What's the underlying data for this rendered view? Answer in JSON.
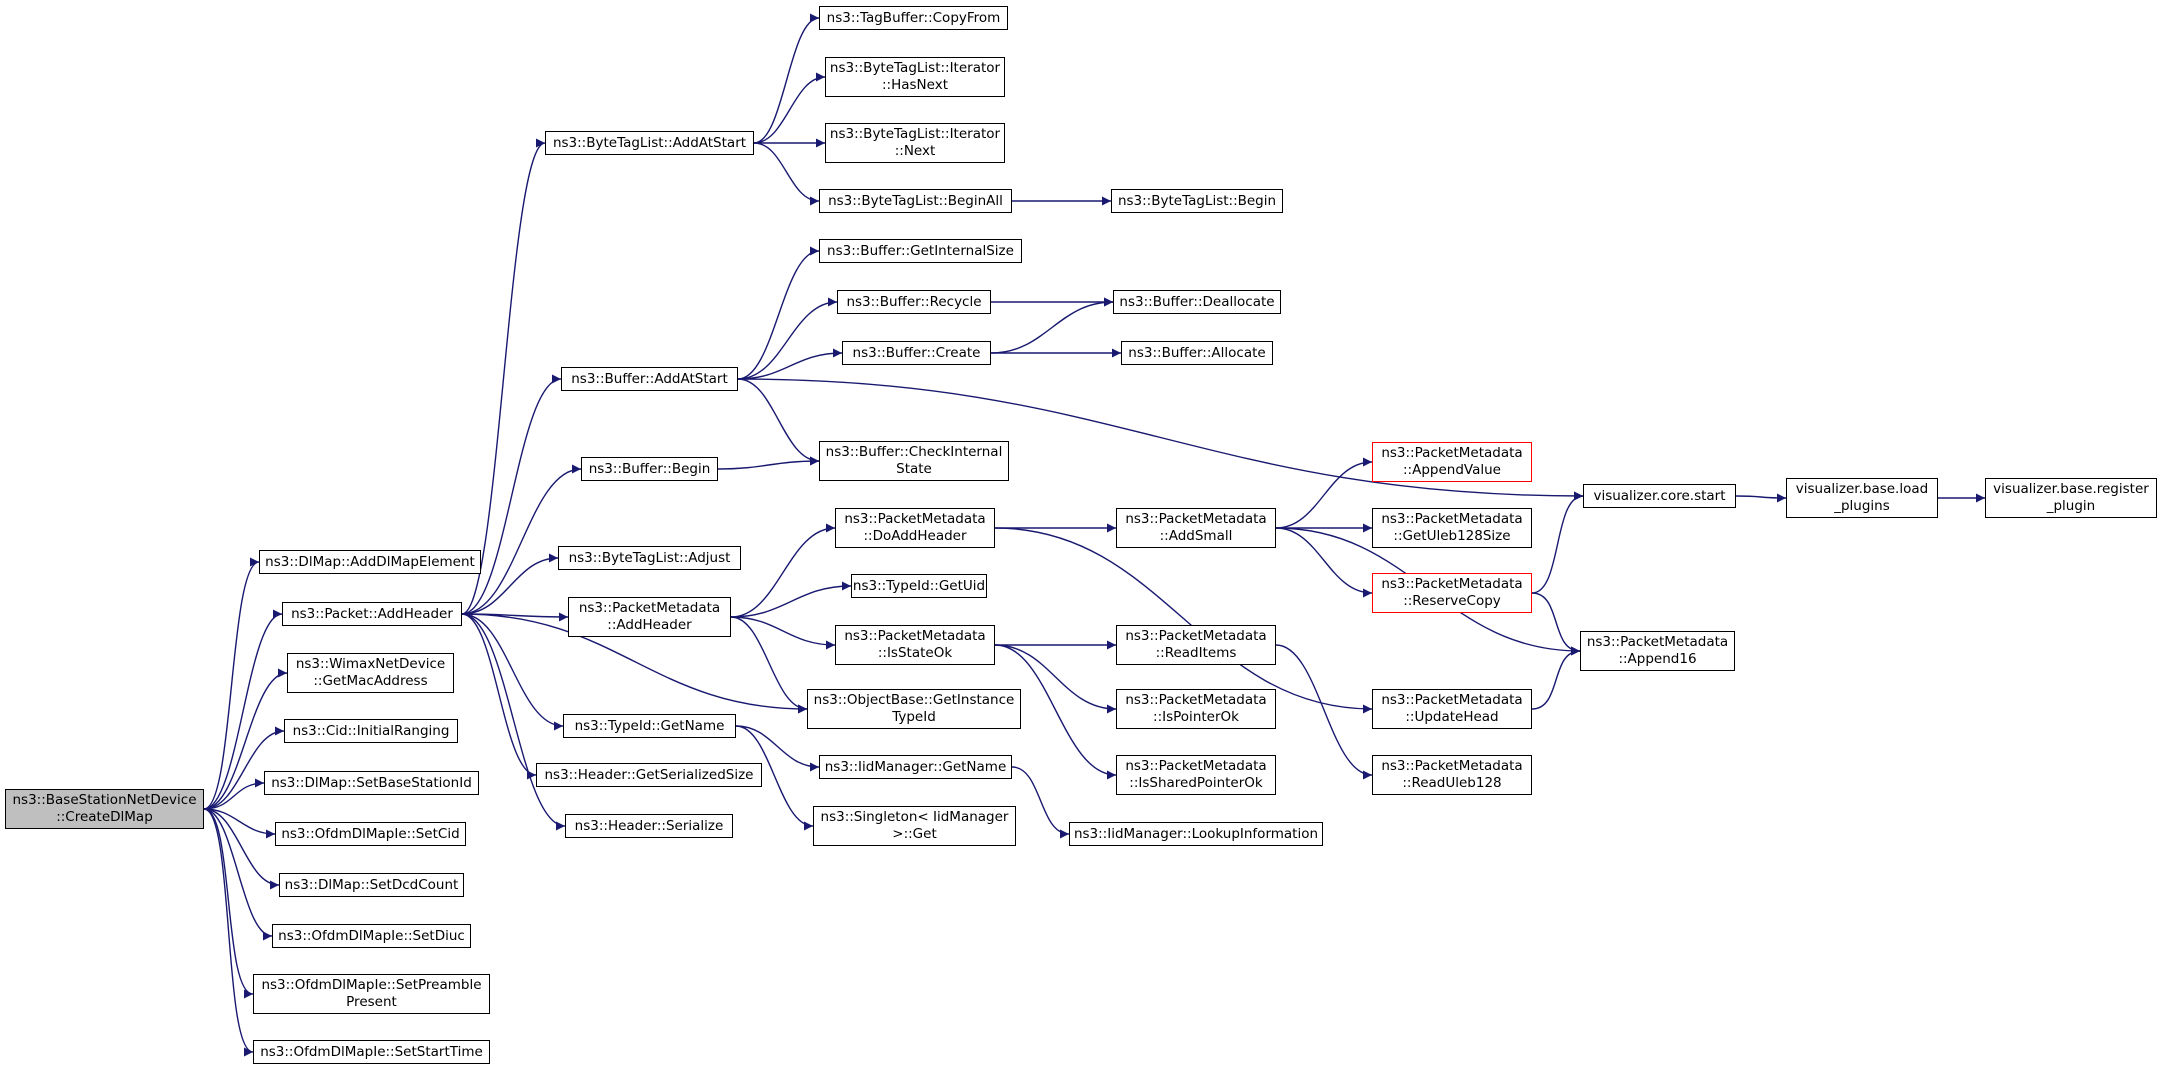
{
  "graph": {
    "edge_color": "#191970",
    "root_fill": "#bfbfbf",
    "highlight_border": "#ff0000",
    "nodes": [
      {
        "id": "n0",
        "lines": [
          "ns3::BaseStationNetDevice",
          "::CreateDlMap"
        ],
        "style": "root"
      },
      {
        "id": "n1",
        "lines": [
          "ns3::DlMap::AddDlMapElement"
        ]
      },
      {
        "id": "n2",
        "lines": [
          "ns3::Packet::AddHeader"
        ]
      },
      {
        "id": "n3",
        "lines": [
          "ns3::WimaxNetDevice",
          "::GetMacAddress"
        ]
      },
      {
        "id": "n4",
        "lines": [
          "ns3::Cid::InitialRanging"
        ]
      },
      {
        "id": "n5",
        "lines": [
          "ns3::DlMap::SetBaseStationId"
        ]
      },
      {
        "id": "n6",
        "lines": [
          "ns3::OfdmDlMapIe::SetCid"
        ]
      },
      {
        "id": "n7",
        "lines": [
          "ns3::DlMap::SetDcdCount"
        ]
      },
      {
        "id": "n8",
        "lines": [
          "ns3::OfdmDlMapIe::SetDiuc"
        ]
      },
      {
        "id": "n9",
        "lines": [
          "ns3::OfdmDlMapIe::SetPreamble",
          "Present"
        ]
      },
      {
        "id": "n10",
        "lines": [
          "ns3::OfdmDlMapIe::SetStartTime"
        ]
      },
      {
        "id": "n11",
        "lines": [
          "ns3::ByteTagList::AddAtStart"
        ]
      },
      {
        "id": "n12",
        "lines": [
          "ns3::Buffer::AddAtStart"
        ]
      },
      {
        "id": "n13",
        "lines": [
          "ns3::Buffer::Begin"
        ]
      },
      {
        "id": "n14",
        "lines": [
          "ns3::ByteTagList::Adjust"
        ]
      },
      {
        "id": "n15",
        "lines": [
          "ns3::PacketMetadata",
          "::AddHeader"
        ]
      },
      {
        "id": "n16",
        "lines": [
          "ns3::TypeId::GetName"
        ]
      },
      {
        "id": "n17",
        "lines": [
          "ns3::Header::GetSerializedSize"
        ]
      },
      {
        "id": "n18",
        "lines": [
          "ns3::Header::Serialize"
        ]
      },
      {
        "id": "n19",
        "lines": [
          "ns3::TagBuffer::CopyFrom"
        ]
      },
      {
        "id": "n20",
        "lines": [
          "ns3::ByteTagList::Iterator",
          "::HasNext"
        ]
      },
      {
        "id": "n21",
        "lines": [
          "ns3::ByteTagList::Iterator",
          "::Next"
        ]
      },
      {
        "id": "n22",
        "lines": [
          "ns3::ByteTagList::BeginAll"
        ]
      },
      {
        "id": "n23",
        "lines": [
          "ns3::Buffer::GetInternalSize"
        ]
      },
      {
        "id": "n24",
        "lines": [
          "ns3::Buffer::Recycle"
        ]
      },
      {
        "id": "n25",
        "lines": [
          "ns3::Buffer::Create"
        ]
      },
      {
        "id": "n26",
        "lines": [
          "ns3::Buffer::CheckInternal",
          "State"
        ]
      },
      {
        "id": "n27",
        "lines": [
          "ns3::PacketMetadata",
          "::DoAddHeader"
        ]
      },
      {
        "id": "n28",
        "lines": [
          "ns3::TypeId::GetUid"
        ]
      },
      {
        "id": "n29",
        "lines": [
          "ns3::PacketMetadata",
          "::IsStateOk"
        ]
      },
      {
        "id": "n30",
        "lines": [
          "ns3::ObjectBase::GetInstance",
          "TypeId"
        ]
      },
      {
        "id": "n31",
        "lines": [
          "ns3::IidManager::GetName"
        ]
      },
      {
        "id": "n32",
        "lines": [
          "ns3::Singleton< IidManager",
          ">::Get"
        ]
      },
      {
        "id": "n33",
        "lines": [
          "ns3::ByteTagList::Begin"
        ]
      },
      {
        "id": "n34",
        "lines": [
          "ns3::Buffer::Deallocate"
        ]
      },
      {
        "id": "n35",
        "lines": [
          "ns3::Buffer::Allocate"
        ]
      },
      {
        "id": "n36",
        "lines": [
          "ns3::PacketMetadata",
          "::AddSmall"
        ]
      },
      {
        "id": "n37",
        "lines": [
          "ns3::PacketMetadata",
          "::ReadItems"
        ]
      },
      {
        "id": "n38",
        "lines": [
          "ns3::PacketMetadata",
          "::IsPointerOk"
        ]
      },
      {
        "id": "n39",
        "lines": [
          "ns3::PacketMetadata",
          "::IsSharedPointerOk"
        ]
      },
      {
        "id": "n40",
        "lines": [
          "ns3::IidManager::LookupInformation"
        ]
      },
      {
        "id": "n41",
        "lines": [
          "ns3::PacketMetadata",
          "::AppendValue"
        ],
        "style": "red"
      },
      {
        "id": "n42",
        "lines": [
          "ns3::PacketMetadata",
          "::GetUleb128Size"
        ]
      },
      {
        "id": "n43",
        "lines": [
          "ns3::PacketMetadata",
          "::ReserveCopy"
        ],
        "style": "red"
      },
      {
        "id": "n44",
        "lines": [
          "ns3::PacketMetadata",
          "::UpdateHead"
        ]
      },
      {
        "id": "n45",
        "lines": [
          "ns3::PacketMetadata",
          "::ReadUleb128"
        ]
      },
      {
        "id": "n46",
        "lines": [
          "visualizer.core.start"
        ]
      },
      {
        "id": "n47",
        "lines": [
          "ns3::PacketMetadata",
          "::Append16"
        ]
      },
      {
        "id": "n48",
        "lines": [
          "visualizer.base.load",
          "_plugins"
        ]
      },
      {
        "id": "n49",
        "lines": [
          "visualizer.base.register",
          "_plugin"
        ]
      }
    ],
    "edges": [
      [
        "n0",
        "n1"
      ],
      [
        "n0",
        "n2"
      ],
      [
        "n0",
        "n3"
      ],
      [
        "n0",
        "n4"
      ],
      [
        "n0",
        "n5"
      ],
      [
        "n0",
        "n6"
      ],
      [
        "n0",
        "n7"
      ],
      [
        "n0",
        "n8"
      ],
      [
        "n0",
        "n9"
      ],
      [
        "n0",
        "n10"
      ],
      [
        "n2",
        "n11"
      ],
      [
        "n2",
        "n12"
      ],
      [
        "n2",
        "n13"
      ],
      [
        "n2",
        "n14"
      ],
      [
        "n2",
        "n15"
      ],
      [
        "n2",
        "n30"
      ],
      [
        "n2",
        "n16"
      ],
      [
        "n2",
        "n17"
      ],
      [
        "n2",
        "n18"
      ],
      [
        "n11",
        "n19"
      ],
      [
        "n11",
        "n20"
      ],
      [
        "n11",
        "n21"
      ],
      [
        "n11",
        "n22"
      ],
      [
        "n22",
        "n33"
      ],
      [
        "n12",
        "n23"
      ],
      [
        "n12",
        "n24"
      ],
      [
        "n12",
        "n25"
      ],
      [
        "n12",
        "n26"
      ],
      [
        "n12",
        "n46"
      ],
      [
        "n24",
        "n34"
      ],
      [
        "n25",
        "n34"
      ],
      [
        "n25",
        "n35"
      ],
      [
        "n13",
        "n26"
      ],
      [
        "n15",
        "n27"
      ],
      [
        "n15",
        "n28"
      ],
      [
        "n15",
        "n29"
      ],
      [
        "n15",
        "n30"
      ],
      [
        "n27",
        "n36"
      ],
      [
        "n27",
        "n44"
      ],
      [
        "n29",
        "n37"
      ],
      [
        "n29",
        "n38"
      ],
      [
        "n29",
        "n39"
      ],
      [
        "n16",
        "n31"
      ],
      [
        "n16",
        "n32"
      ],
      [
        "n31",
        "n40"
      ],
      [
        "n36",
        "n41"
      ],
      [
        "n36",
        "n42"
      ],
      [
        "n36",
        "n43"
      ],
      [
        "n36",
        "n47"
      ],
      [
        "n43",
        "n46"
      ],
      [
        "n43",
        "n47"
      ],
      [
        "n44",
        "n47"
      ],
      [
        "n37",
        "n45"
      ],
      [
        "n46",
        "n48"
      ],
      [
        "n48",
        "n49"
      ]
    ]
  }
}
